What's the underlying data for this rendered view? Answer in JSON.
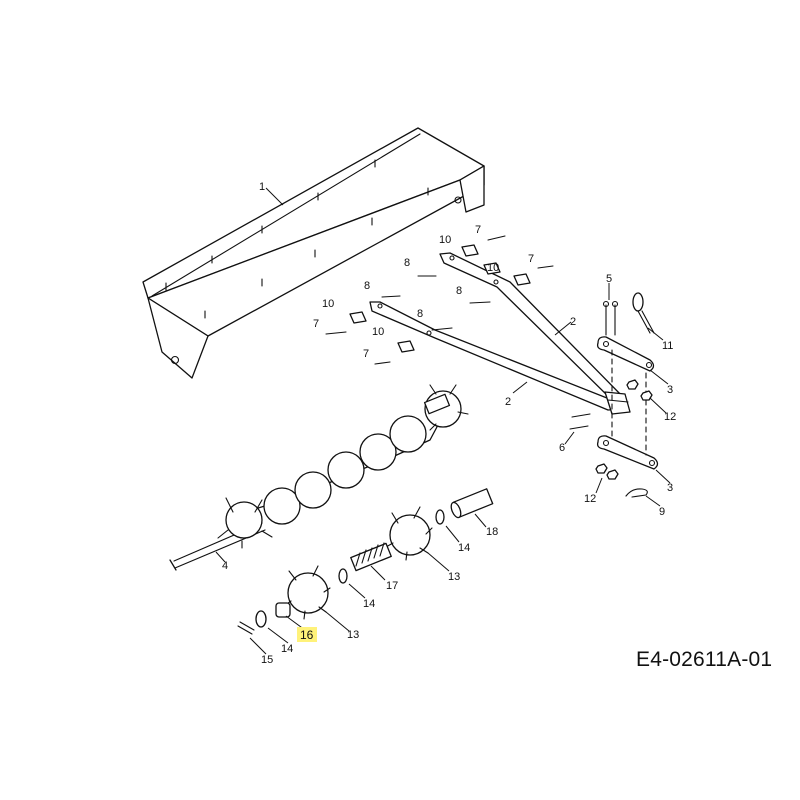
{
  "labels": {
    "l1": "1",
    "l2a": "2",
    "l2b": "2",
    "l3a": "3",
    "l3b": "3",
    "l4": "4",
    "l5": "5",
    "l6": "6",
    "l7a": "7",
    "l7b": "7",
    "l7c": "7",
    "l7d": "7",
    "l8a": "8",
    "l8b": "8",
    "l8c": "8",
    "l8d": "8",
    "l9": "9",
    "l10a": "10",
    "l10b": "10",
    "l10c": "10",
    "l10d": "10",
    "l11": "11",
    "l12a": "12",
    "l12b": "12",
    "l13a": "13",
    "l13b": "13",
    "l14a": "14",
    "l14b": "14",
    "l14c": "14",
    "l15": "15",
    "l16": "16",
    "l17": "17",
    "l18": "18"
  },
  "drawing_id": "E4-02611A-01",
  "colors": {
    "line": "#111111",
    "highlight": "#fff27a",
    "background": "#ffffff"
  },
  "icons": [
    "star-tine-wheel",
    "coil-spring",
    "spacer-tube",
    "hitch-pin",
    "cotter-pin"
  ]
}
